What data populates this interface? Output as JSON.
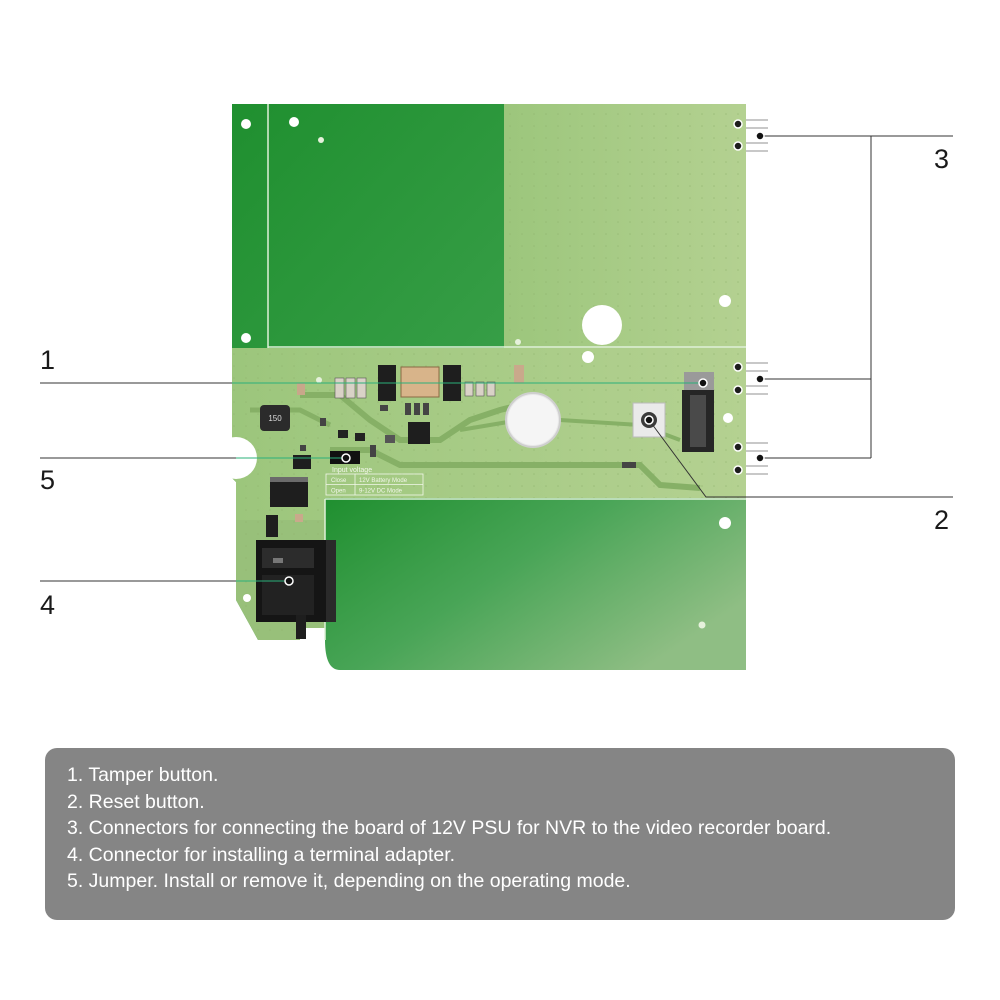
{
  "callouts": [
    {
      "number": "1"
    },
    {
      "number": "2"
    },
    {
      "number": "3"
    },
    {
      "number": "4"
    },
    {
      "number": "5"
    }
  ],
  "board": {
    "inductor_label": "150",
    "jumper_table_title": "Input voltage",
    "jumper_table": [
      {
        "state": "Close",
        "mode": "12V Battery Mode"
      },
      {
        "state": "Open",
        "mode": "9-12V DC Mode"
      }
    ]
  },
  "legend": {
    "items": [
      "1. Tamper button.",
      "2. Reset button.",
      "3. Connectors for connecting the board of 12V PSU for NVR to the video recorder board.",
      "4. Connector for installing a terminal adapter.",
      "5. Jumper. Install or remove it, depending on the operating mode."
    ]
  },
  "colors": {
    "pcb_dark": "#2e9a3a",
    "pcb_light": "#a9c98a",
    "pointer_line": "#2bb07a",
    "legend_bg": "#858585"
  }
}
